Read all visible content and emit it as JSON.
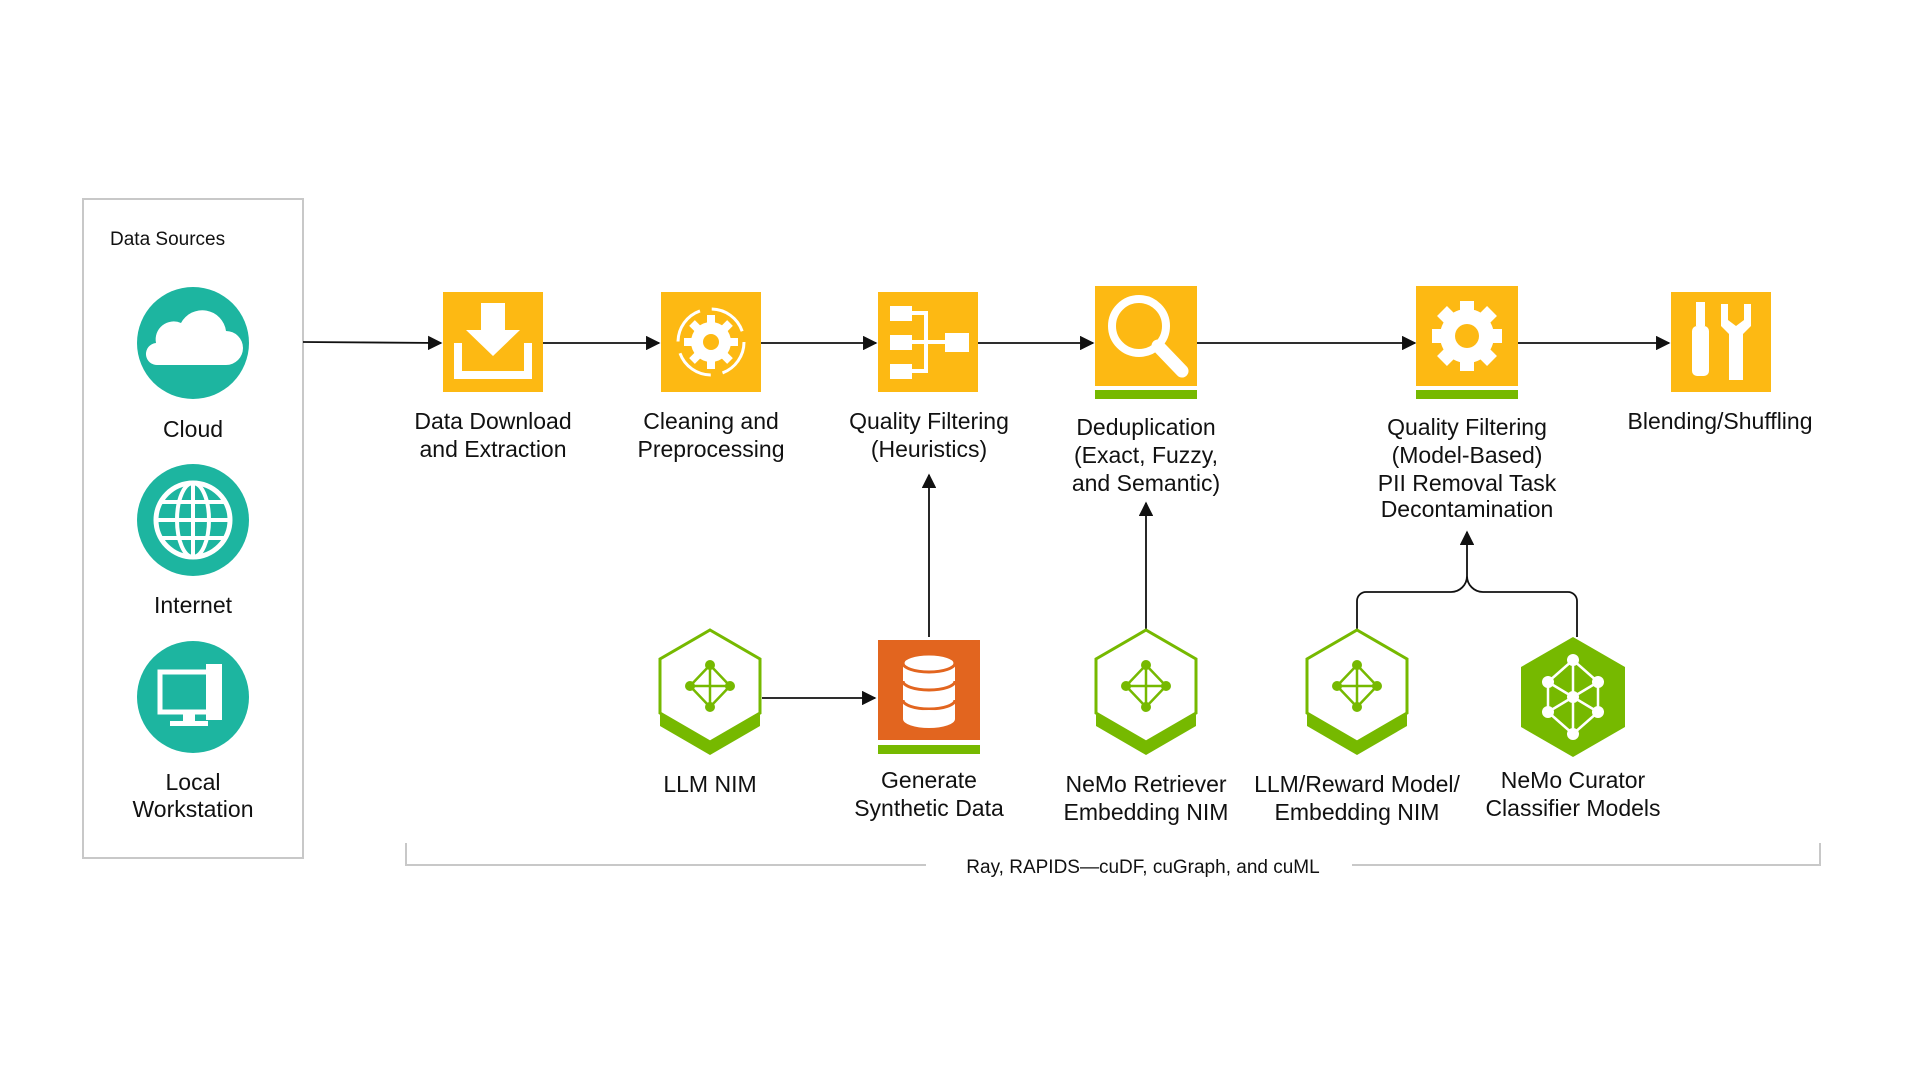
{
  "data_sources": {
    "title": "Data Sources",
    "items": [
      {
        "label_lines": [
          "Cloud"
        ],
        "icon": "cloud-icon"
      },
      {
        "label_lines": [
          "Internet"
        ],
        "icon": "globe-icon"
      },
      {
        "label_lines": [
          "Local",
          "Workstation"
        ],
        "icon": "workstation-icon"
      }
    ]
  },
  "pipeline": [
    {
      "label_lines": [
        "Data Download",
        "and Extraction"
      ],
      "icon": "download-icon"
    },
    {
      "label_lines": [
        "Cleaning and",
        "Preprocessing"
      ],
      "icon": "gear-cycle-icon"
    },
    {
      "label_lines": [
        "Quality Filtering",
        "(Heuristics)"
      ],
      "icon": "flowchart-icon"
    },
    {
      "label_lines": [
        "Deduplication",
        "(Exact, Fuzzy,",
        "and Semantic)"
      ],
      "icon": "magnifier-icon"
    },
    {
      "label_lines": [
        "Quality Filtering",
        "(Model-Based)",
        "PII Removal Task",
        "Decontamination"
      ],
      "icon": "gear-icon"
    },
    {
      "label_lines": [
        "Blending/Shuffling"
      ],
      "icon": "tools-icon"
    }
  ],
  "models": [
    {
      "label_lines": [
        "LLM NIM"
      ],
      "icon": "nim-hexagon-icon"
    },
    {
      "label_lines": [
        "Generate",
        "Synthetic Data"
      ],
      "icon": "database-icon"
    },
    {
      "label_lines": [
        "NeMo Retriever",
        "Embedding NIM"
      ],
      "icon": "nim-hexagon-icon"
    },
    {
      "label_lines": [
        "LLM/Reward Model/",
        "Embedding NIM"
      ],
      "icon": "nim-hexagon-icon"
    },
    {
      "label_lines": [
        "NeMo Curator",
        "Classifier Models"
      ],
      "icon": "network-hexagon-icon"
    }
  ],
  "footer": {
    "text": "Ray, RAPIDS—cuDF, cuGraph, and cuML"
  },
  "colors": {
    "accent_yellow": "#fdb913",
    "nvidia_green": "#76b900",
    "teal": "#1db5a0",
    "orange": "#e2651f"
  }
}
